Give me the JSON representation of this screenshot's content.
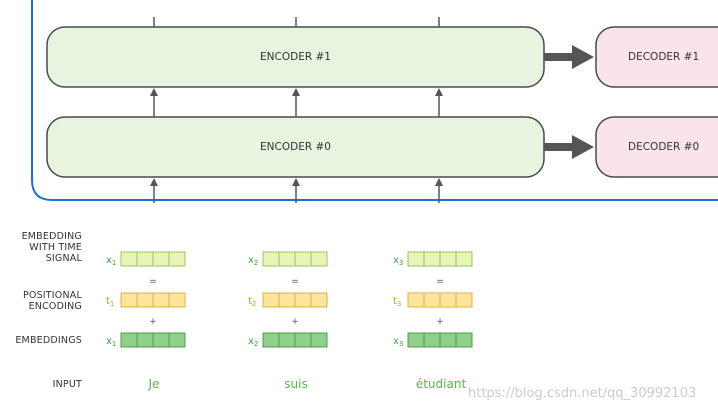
{
  "encoders": [
    {
      "label": "ENCODER #1"
    },
    {
      "label": "ENCODER #0"
    }
  ],
  "decoders": [
    {
      "label": "DECODER #1"
    },
    {
      "label": "DECODER #0"
    }
  ],
  "row_labels": {
    "embedding_with_time_signal": "EMBEDDING\nWITH TIME\nSIGNAL",
    "positional_encoding": "POSITIONAL\nENCODING",
    "embeddings": "EMBEDDINGS",
    "input": "INPUT"
  },
  "tokens": [
    {
      "x": "x",
      "t": "t",
      "sub": "1",
      "word": "Je",
      "eq": "=",
      "plus": "+"
    },
    {
      "x": "x",
      "t": "t",
      "sub": "2",
      "word": "suis",
      "eq": "=",
      "plus": "+"
    },
    {
      "x": "x",
      "t": "t",
      "sub": "3",
      "word": "étudiant",
      "eq": "=",
      "plus": "+"
    }
  ],
  "watermark": "https://blog.csdn.net/qq_30992103",
  "colors": {
    "encoder_fill": "#e7f4df",
    "decoder_fill": "#fbe3ea",
    "box_stroke": "#4a4a4a",
    "arrow": "#555555",
    "frame": "#1e6fd9",
    "time_signal_cell": "#e8f5b8",
    "positional_cell": "#fde49a",
    "embedding_cell": "#8fd18a",
    "x_label": "#3ea83a",
    "t_label": "#c9a215",
    "input_word": "#58b84f"
  }
}
